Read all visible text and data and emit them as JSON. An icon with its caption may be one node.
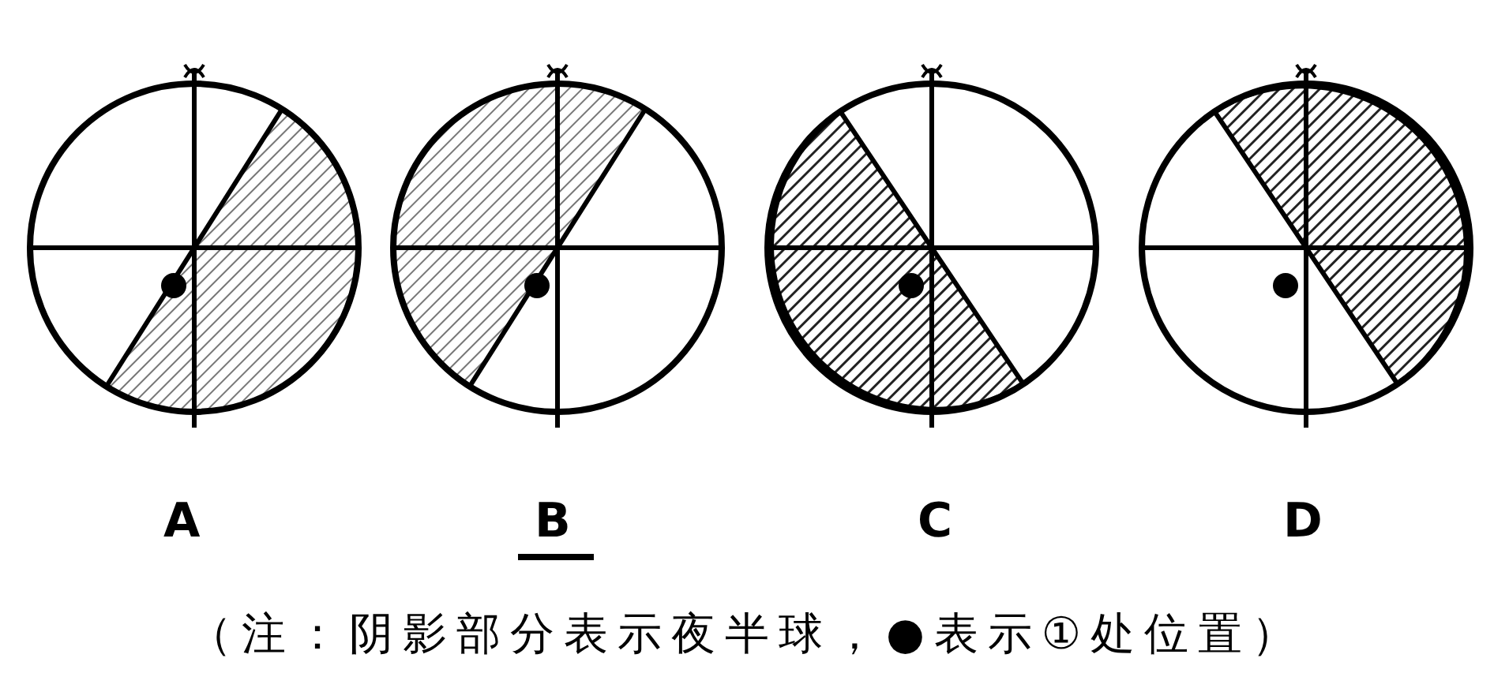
{
  "diagram": {
    "labels": [
      "A",
      "B",
      "C",
      "D",
      "（注：阴影部分表示夜半球，●表示①处位置）"
    ]
  }
}
